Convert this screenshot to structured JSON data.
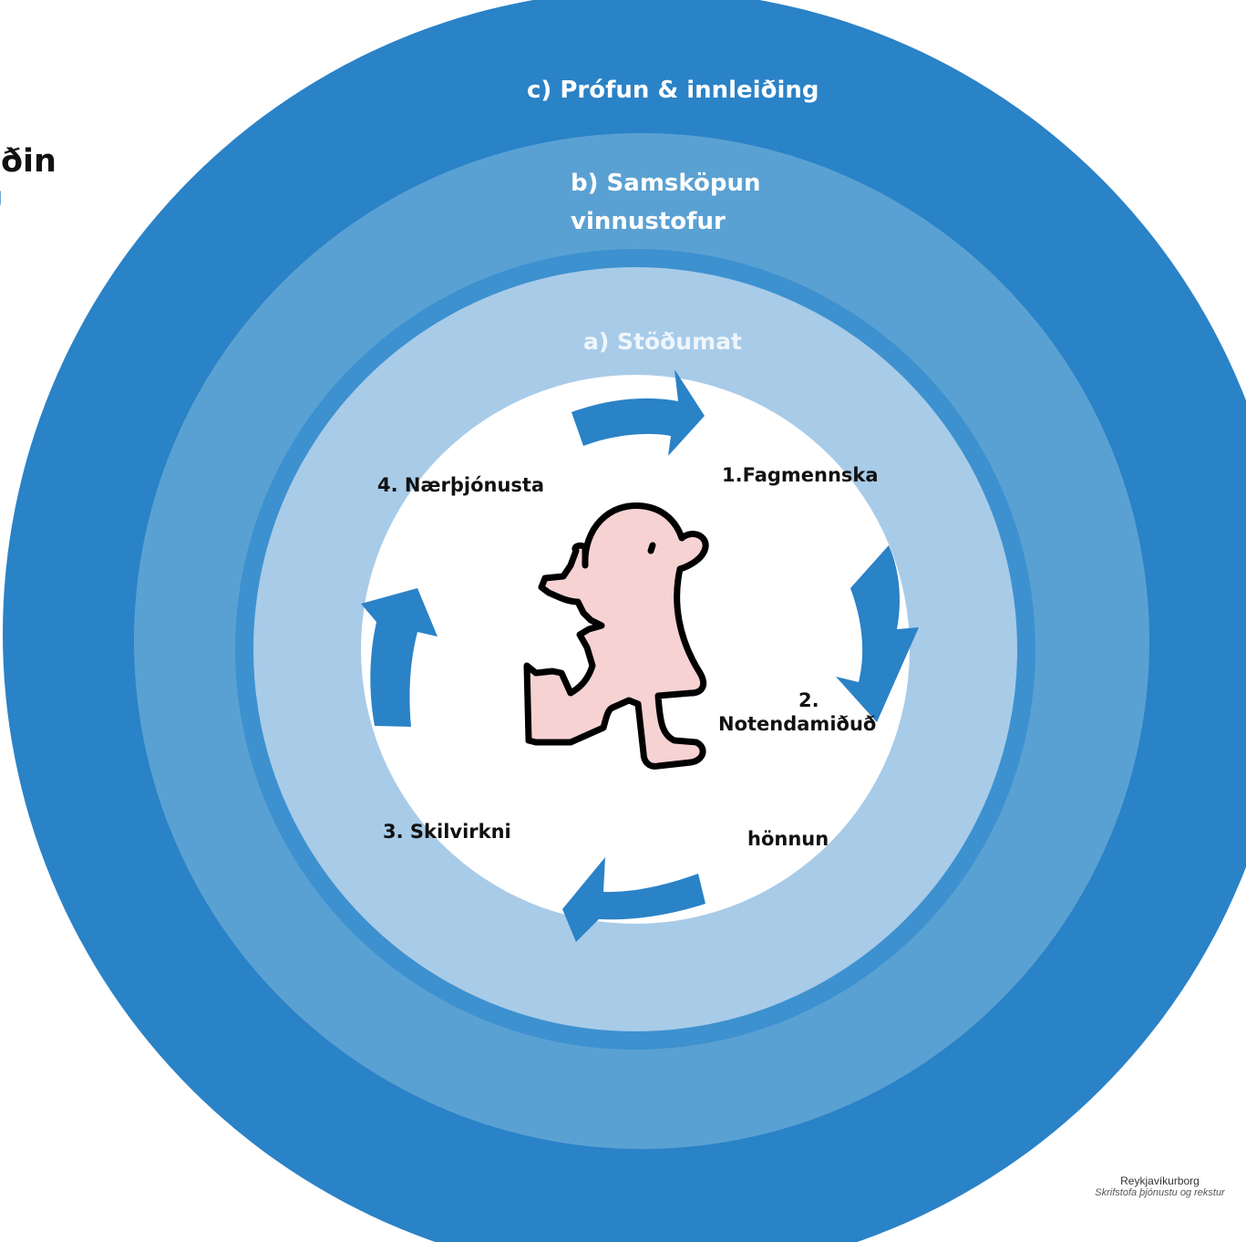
{
  "title": {
    "heading": "rkmiðin",
    "subheading": "nking"
  },
  "rings": {
    "outer_label": "c) Prófun & innleiðing",
    "middle_label_line1": "b) Samsköpun",
    "middle_label_line2": "vinnustofur",
    "inner_label": "a) Stöðumat"
  },
  "steps": {
    "step1": "1.Fagmennska",
    "step2_line1": "2.",
    "step2_line2": "Notendamiðuð",
    "step2_line3": "hönnun",
    "step3": "3. Skilvirkni",
    "step4": "4. Nærþjónusta"
  },
  "logo": {
    "name": "Reykjavíkurborg",
    "subtitle": "Skrifstofa þjónustu og rekstur"
  },
  "colors": {
    "outer_ring": "#2a82c7",
    "middle_ring": "#5aa1d3",
    "separator_ring": "#3d91cf",
    "inner_ring": "#a8cbe8",
    "arrow": "#2a82c7",
    "figure_fill": "#f7d2d2"
  }
}
